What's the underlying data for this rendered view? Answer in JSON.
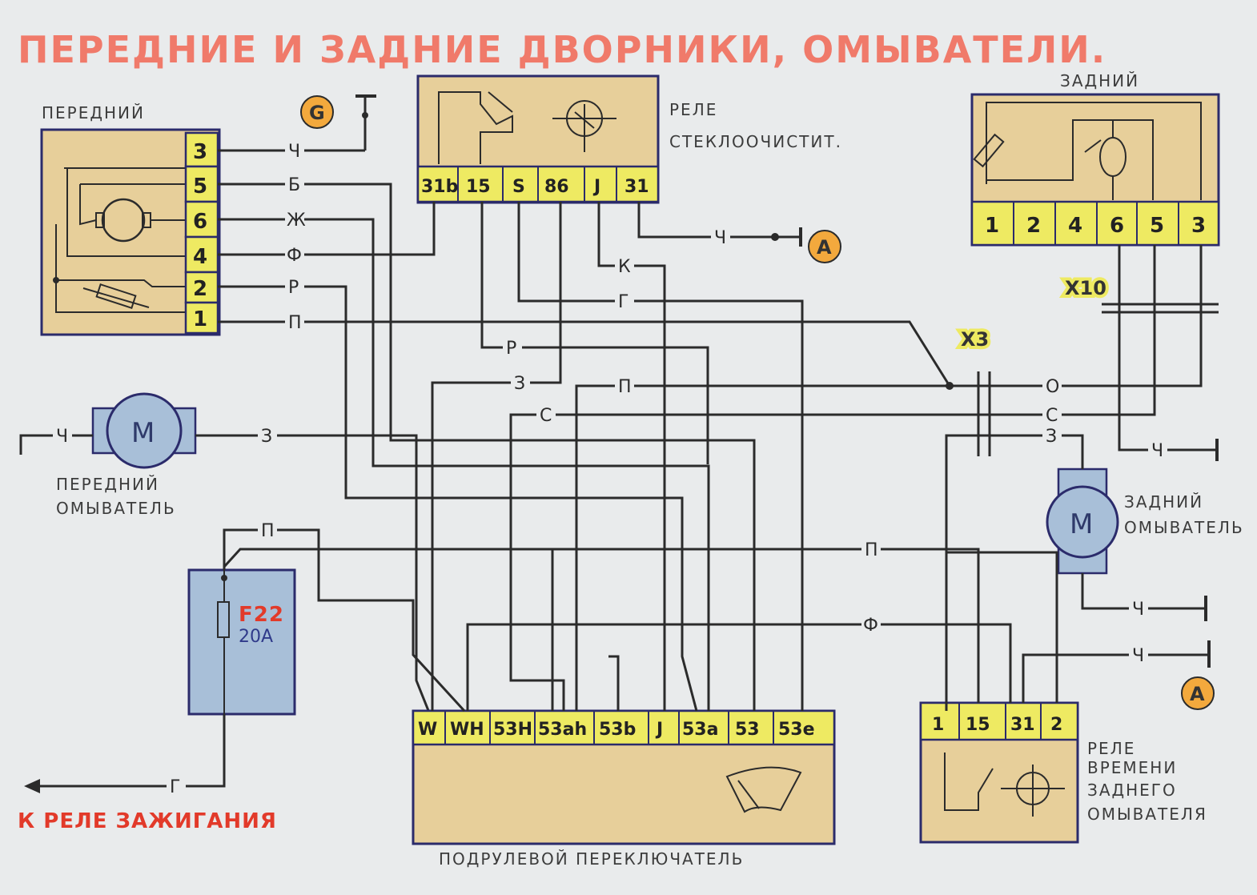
{
  "title": "ПЕРЕДНИЕ И ЗАДНИЕ  ДВОРНИКИ, ОМЫВАТЕЛИ.",
  "front_motor": {
    "label": "ПЕРЕДНИЙ",
    "pins": [
      "3",
      "5",
      "6",
      "4",
      "2",
      "1"
    ]
  },
  "rear_motor": {
    "label": "ЗАДНИЙ",
    "pins": [
      "1",
      "2",
      "4",
      "6",
      "5",
      "3"
    ]
  },
  "wiper_relay": {
    "label_line1": "РЕЛЕ",
    "label_line2": "СТЕКЛООЧИСТИТ.",
    "pins": [
      "31b",
      "15",
      "S",
      "86",
      "J",
      "31"
    ]
  },
  "stalk_switch": {
    "label": "ПОДРУЛЕВОЙ ПЕРЕКЛЮЧАТЕЛЬ",
    "pins": [
      "W",
      "WH",
      "53H",
      "53ah",
      "53b",
      "J",
      "53a",
      "53",
      "53e"
    ]
  },
  "rear_washer_relay": {
    "label_lines": [
      "РЕЛЕ",
      "ВРЕМЕНИ",
      "ЗАДНЕГО",
      "ОМЫВАТЕЛЯ"
    ],
    "pins": [
      "1",
      "15",
      "31",
      "2"
    ]
  },
  "front_washer": {
    "symbol": "M",
    "label_line1": "ПЕРЕДНИЙ",
    "label_line2": "ОМЫВАТЕЛЬ"
  },
  "rear_washer": {
    "symbol": "M",
    "label_line1": "ЗАДНИЙ",
    "label_line2": "ОМЫВАТЕЛЬ"
  },
  "fuse": {
    "name": "F22",
    "rating": "20A"
  },
  "connectors": {
    "x3": "X3",
    "x10": "X10"
  },
  "ground_points": {
    "a1": "A",
    "a2": "A",
    "g": "G"
  },
  "ignition_label": "К РЕЛЕ ЗАЖИГАНИЯ",
  "wire_labels": {
    "front_3": "Ч",
    "front_5": "Б",
    "front_6": "Ж",
    "front_4": "Ф",
    "front_2": "Р",
    "front_1": "П",
    "relay_31": "Ч",
    "relay_j": "К",
    "relay_s": "Г",
    "relay_15": "Р",
    "relay_86": "З",
    "sw_p": "П",
    "sw_c": "С",
    "x3_o": "О",
    "x3_c": "С",
    "x3_z": "З",
    "rear_gnd": "Ч",
    "fw_gnd": "Ч",
    "fw_out": "З",
    "fuse_p": "П",
    "mid_p": "П",
    "mid_f": "Ф",
    "rw_gnd": "Ч",
    "rr_gnd": "Ч",
    "ign": "Г"
  }
}
